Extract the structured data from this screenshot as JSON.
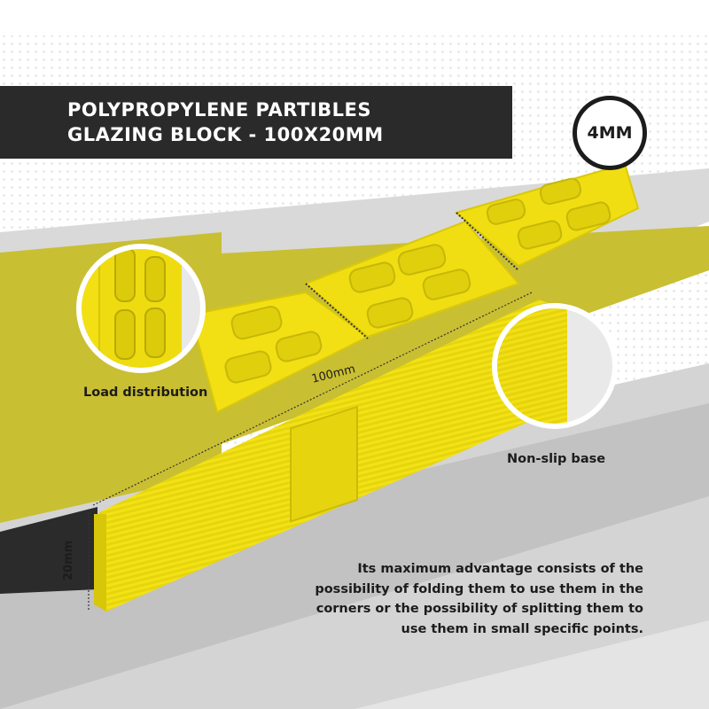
{
  "header": {
    "title_line1": "POLYPROPYLENE PARTIBLES",
    "title_line2": "GLAZING BLOCK - 100X20MM"
  },
  "badge": {
    "label": "4MM"
  },
  "callouts": {
    "load_distribution": "Load distribution",
    "non_slip_base": "Non-slip base"
  },
  "dimensions": {
    "length": "100mm",
    "width": "20mm"
  },
  "description": {
    "line1": "Its maximum advantage consists of the",
    "line2": "possibility of folding them to use them in the",
    "line3": "corners or the possibility of splitting them to",
    "line4": "use them in small specific points."
  },
  "colors": {
    "accent_yellow": "#f2e014",
    "olive_band": "#c9bf32",
    "dark_band": "#2a2a2a",
    "light_gray": "#d6d6d6"
  }
}
